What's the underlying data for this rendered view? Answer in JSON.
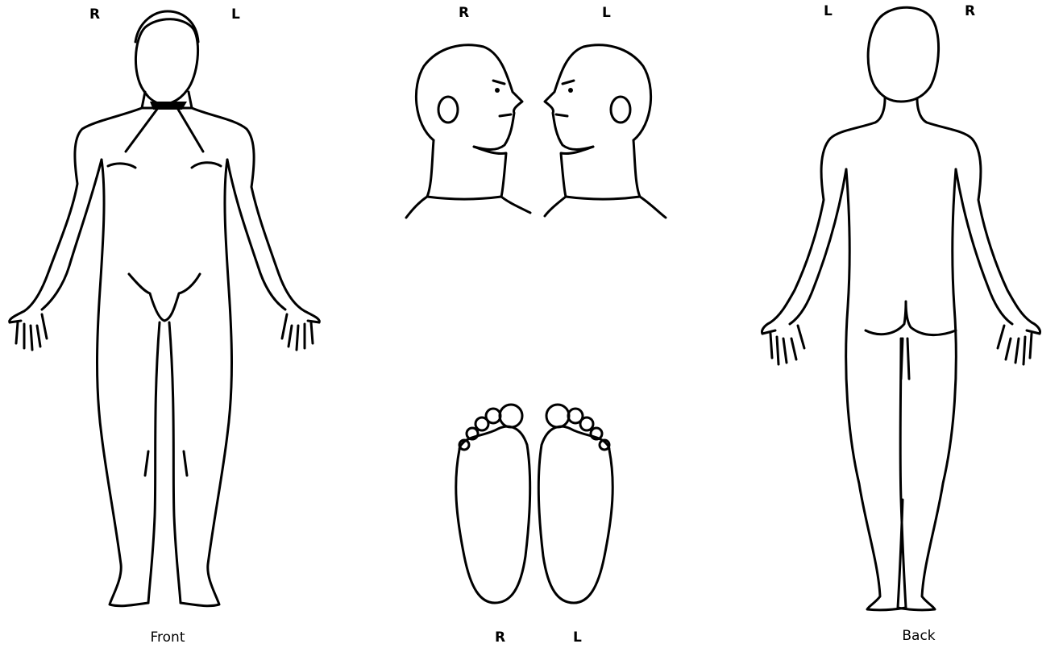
{
  "colors": {
    "line": "#000000",
    "background": "#ffffff"
  },
  "front": {
    "label_right": "R",
    "label_left": "L",
    "caption": "Front"
  },
  "heads": {
    "label_right": "R",
    "label_left": "L"
  },
  "feet": {
    "label_right": "R",
    "label_left": "L"
  },
  "back": {
    "label_left": "L",
    "label_right": "R",
    "caption": "Back"
  }
}
